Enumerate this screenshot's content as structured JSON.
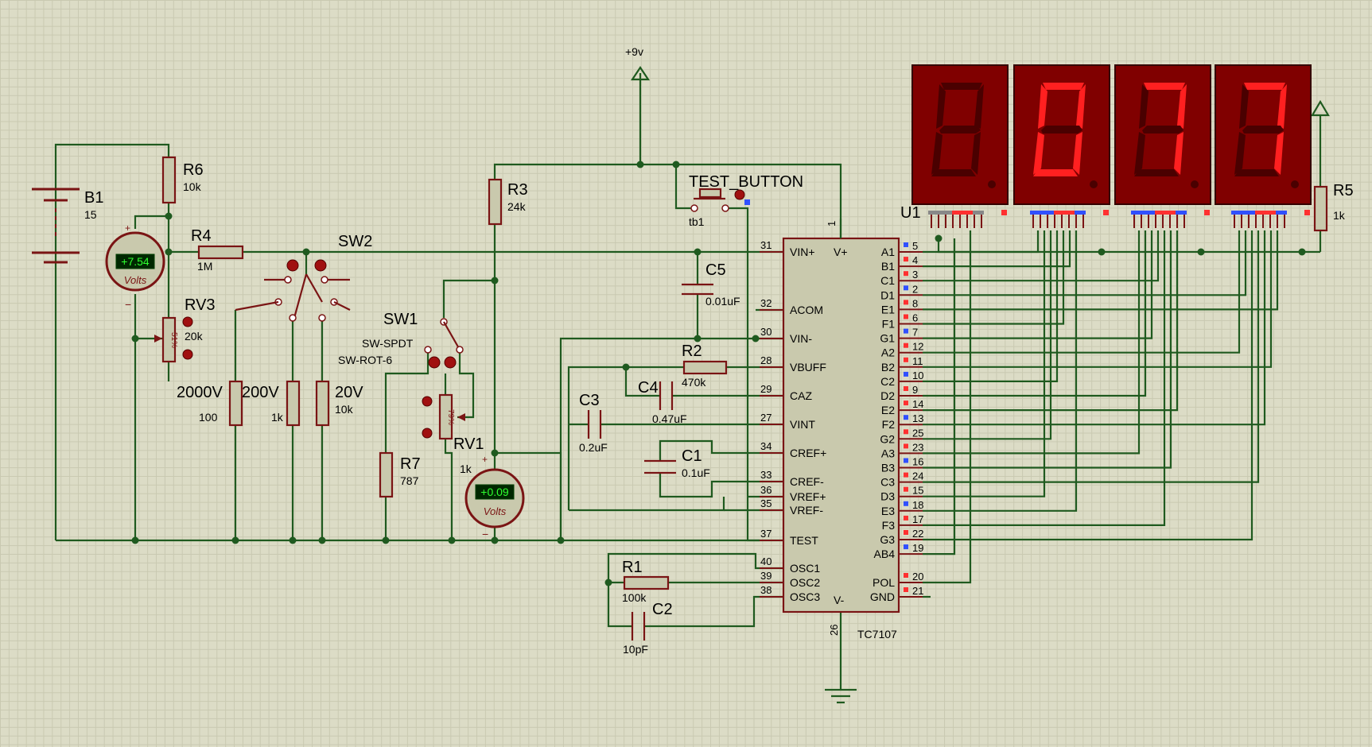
{
  "supply": {
    "label": "+9v"
  },
  "battery": {
    "ref": "B1",
    "value": "15"
  },
  "resistors": {
    "r1": {
      "ref": "R1",
      "value": "100k"
    },
    "r2": {
      "ref": "R2",
      "value": "470k"
    },
    "r3": {
      "ref": "R3",
      "value": "24k"
    },
    "r4": {
      "ref": "R4",
      "value": "1M"
    },
    "r5": {
      "ref": "R5",
      "value": "1k"
    },
    "r6": {
      "ref": "R6",
      "value": "10k"
    },
    "r7": {
      "ref": "R7",
      "value": "787"
    },
    "range_2000": {
      "ref": "2000V",
      "value": "100"
    },
    "range_200": {
      "ref": "200V",
      "value": "1k"
    },
    "range_20": {
      "ref": "20V",
      "value": "10k"
    }
  },
  "pots": {
    "rv1": {
      "ref": "RV1",
      "value": "1k",
      "percent": "79%"
    },
    "rv3": {
      "ref": "RV3",
      "value": "20k",
      "percent": "51%"
    }
  },
  "capacitors": {
    "c1": {
      "ref": "C1",
      "value": "0.1uF"
    },
    "c2": {
      "ref": "C2",
      "value": "10pF"
    },
    "c3": {
      "ref": "C3",
      "value": "0.2uF"
    },
    "c4": {
      "ref": "C4",
      "value": "0.47uF"
    },
    "c5": {
      "ref": "C5",
      "value": "0.01uF"
    }
  },
  "switches": {
    "sw1": {
      "ref": "SW1",
      "type": "SW-SPDT"
    },
    "sw2": {
      "ref": "SW2",
      "type": "SW-ROT-6"
    },
    "test": {
      "ref": "TEST_BUTTON",
      "value": "tb1"
    }
  },
  "voltmeters": [
    {
      "reading": "+7.54",
      "unit": "Volts"
    },
    {
      "reading": "+0.09",
      "unit": "Volts"
    }
  ],
  "chip": {
    "part": "TC7107",
    "ref": "U1",
    "power_pins": {
      "v_plus": "V+",
      "v_plus_num": "1",
      "v_minus": "V-",
      "v_minus_num": "26"
    },
    "left_pins": [
      {
        "name": "VIN+",
        "num": "31"
      },
      {
        "name": "ACOM",
        "num": "32"
      },
      {
        "name": "VIN-",
        "num": "30"
      },
      {
        "name": "VBUFF",
        "num": "28"
      },
      {
        "name": "CAZ",
        "num": "29"
      },
      {
        "name": "VINT",
        "num": "27"
      },
      {
        "name": "CREF+",
        "num": "34"
      },
      {
        "name": "CREF-",
        "num": "33"
      },
      {
        "name": "VREF+",
        "num": "36"
      },
      {
        "name": "VREF-",
        "num": "35"
      },
      {
        "name": "TEST",
        "num": "37"
      },
      {
        "name": "OSC1",
        "num": "40"
      },
      {
        "name": "OSC2",
        "num": "39"
      },
      {
        "name": "OSC3",
        "num": "38"
      }
    ],
    "right_pins": [
      {
        "name": "A1",
        "num": "5"
      },
      {
        "name": "B1",
        "num": "4"
      },
      {
        "name": "C1",
        "num": "3"
      },
      {
        "name": "D1",
        "num": "2"
      },
      {
        "name": "E1",
        "num": "8"
      },
      {
        "name": "F1",
        "num": "6"
      },
      {
        "name": "G1",
        "num": "7"
      },
      {
        "name": "A2",
        "num": "12"
      },
      {
        "name": "B2",
        "num": "11"
      },
      {
        "name": "C2",
        "num": "10"
      },
      {
        "name": "D2",
        "num": "9"
      },
      {
        "name": "E2",
        "num": "14"
      },
      {
        "name": "F2",
        "num": "13"
      },
      {
        "name": "G2",
        "num": "25"
      },
      {
        "name": "A3",
        "num": "23"
      },
      {
        "name": "B3",
        "num": "16"
      },
      {
        "name": "C3",
        "num": "24"
      },
      {
        "name": "D3",
        "num": "15"
      },
      {
        "name": "E3",
        "num": "18"
      },
      {
        "name": "F3",
        "num": "17"
      },
      {
        "name": "G3",
        "num": "22"
      },
      {
        "name": "AB4",
        "num": "19"
      },
      {
        "name": "POL",
        "num": "20"
      },
      {
        "name": "GND",
        "num": "21"
      }
    ]
  },
  "display": {
    "digits": [
      "",
      "0",
      "7",
      "7"
    ],
    "segment_on_color": "#ff2020",
    "segment_off_color": "#4a0000",
    "case_color": "#800000"
  }
}
